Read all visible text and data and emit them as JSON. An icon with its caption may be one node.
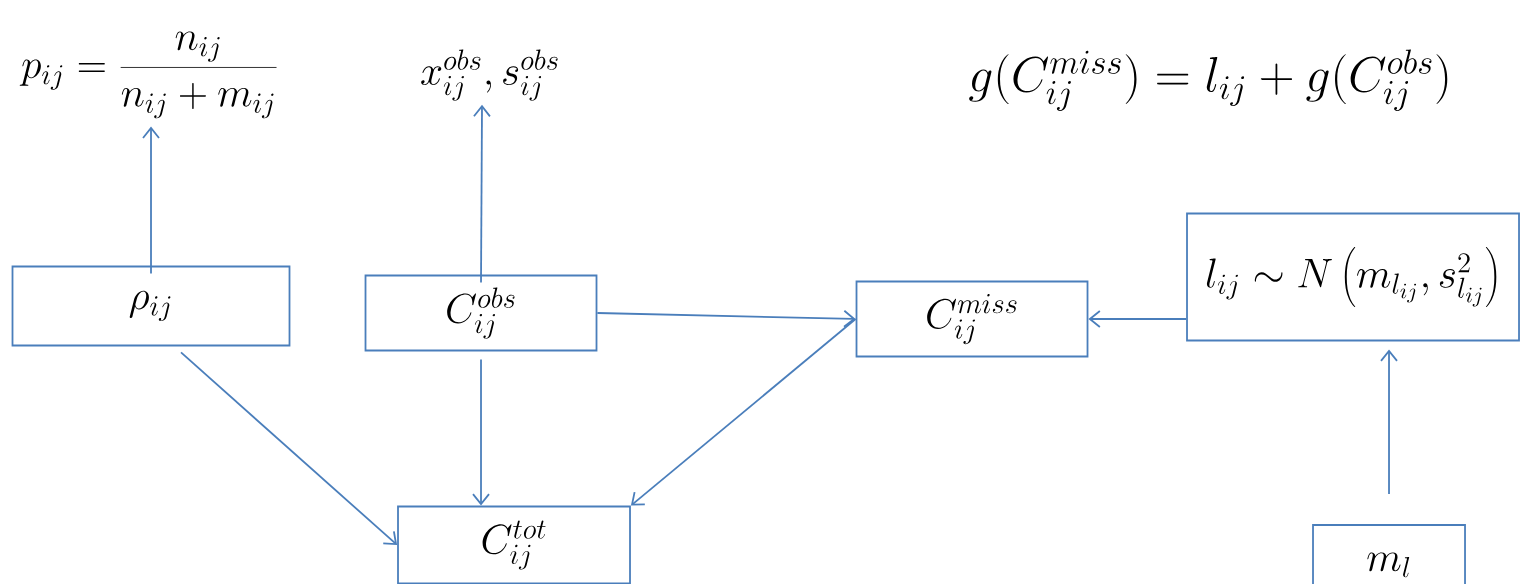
{
  "diagram": {
    "nodes": [
      {
        "text": [
          "p_{ij} = \\frac{n_{ij}}{n_{ij} + m_{ij}}"
        ]
      },
      {
        "text": [
          "x_{ij}^{obs}, s_{ij}^{obs}"
        ]
      },
      {
        "text": [
          "\\rho_{ij}"
        ]
      },
      {
        "text": [
          "C_{ij}^{obs}"
        ]
      },
      {
        "text": [
          "C_{ij}^{miss}"
        ]
      },
      {
        "text": [
          "l_{ij} \\sim N\\left(m_{l_{ij}}, s_{l_{ij}}^{2}\\right)"
        ]
      },
      {
        "text": [
          "C_{ij}^{tot}"
        ]
      },
      {
        "text": [
          "m_{l}"
        ]
      }
    ],
    "edges": [
      {
        "from": 2,
        "to": 0,
        "arrow": "to"
      },
      {
        "from": 3,
        "to": 1,
        "arrow": "to"
      },
      {
        "from": 3,
        "to": 4,
        "arrow": "to"
      },
      {
        "from": 5,
        "to": 4,
        "arrow": "to"
      },
      {
        "from": 2,
        "to": 6,
        "arrow": "to"
      },
      {
        "from": 3,
        "to": 6,
        "arrow": "to"
      },
      {
        "from": 4,
        "to": 6,
        "arrow": "to"
      },
      {
        "from": 7,
        "to": 5,
        "arrow": "to"
      }
    ],
    "labels": [
      "g(C_{ij}^{miss}) = l_{ij} + g(C_{ij}^{obs})"
    ]
  }
}
